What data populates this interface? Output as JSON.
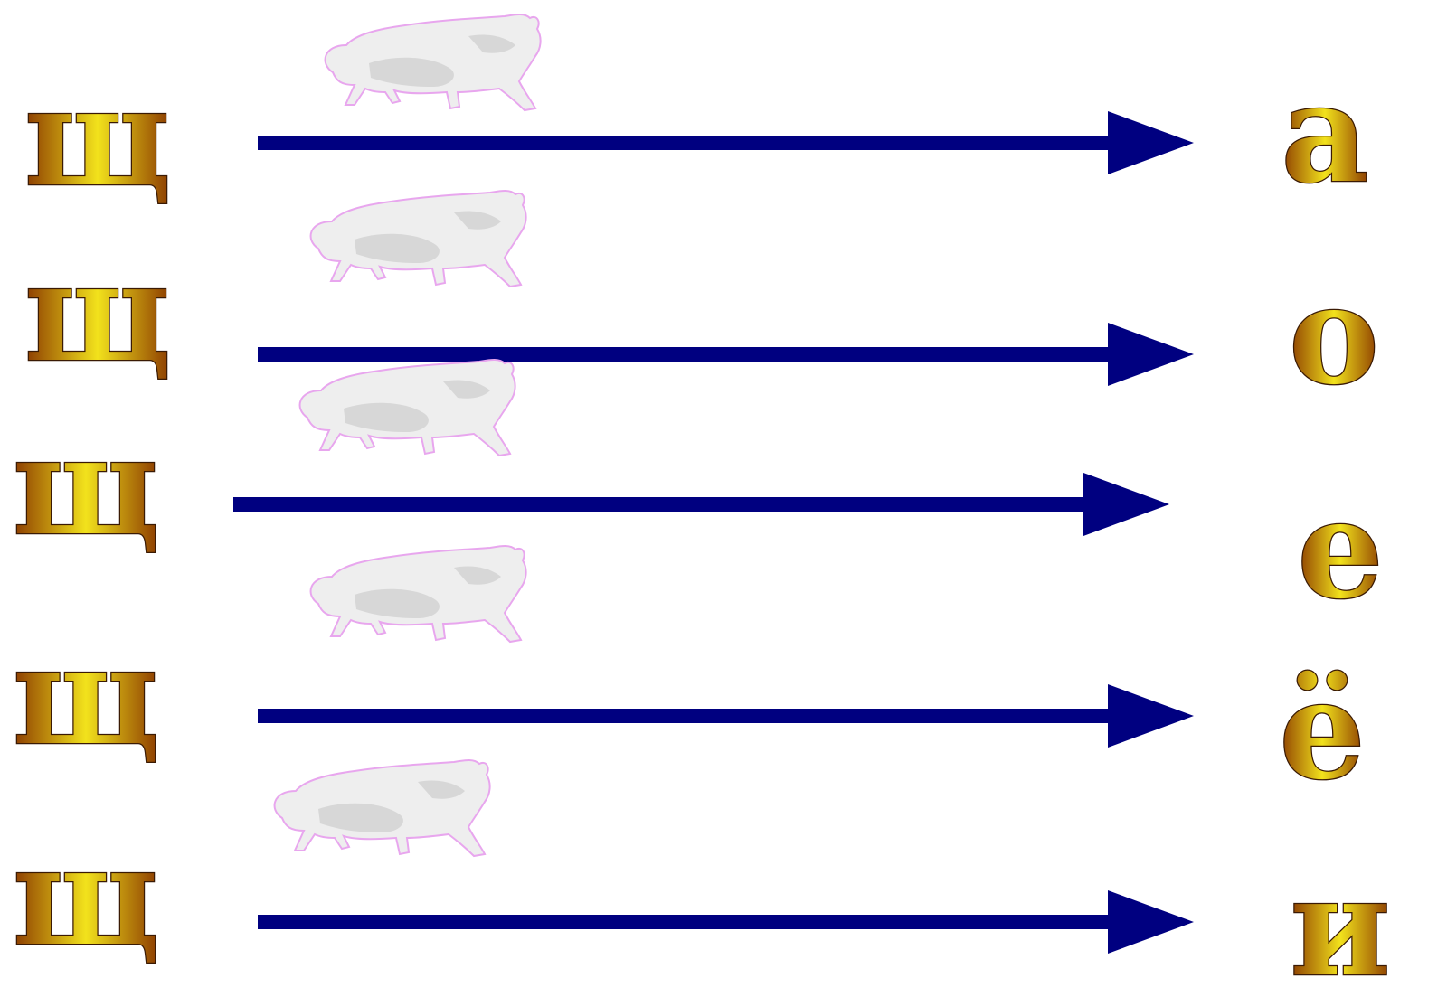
{
  "rows": [
    {
      "left_letter": "щ",
      "right_letter": "а"
    },
    {
      "left_letter": "щ",
      "right_letter": "о"
    },
    {
      "left_letter": "щ",
      "right_letter": "е"
    },
    {
      "left_letter": "щ",
      "right_letter": "ё"
    },
    {
      "left_letter": "щ",
      "right_letter": "и"
    }
  ],
  "colors": {
    "arrow": "#000080",
    "letter_gradient": [
      "#8b3a00",
      "#f2e21c",
      "#8b3a00"
    ],
    "cat_fill": "#eeeeee",
    "cat_shade": "#c8c8c8",
    "cat_outline": "#e8a6ee"
  },
  "icons": {
    "cat": "white-cat-icon",
    "arrow": "right-arrow"
  }
}
